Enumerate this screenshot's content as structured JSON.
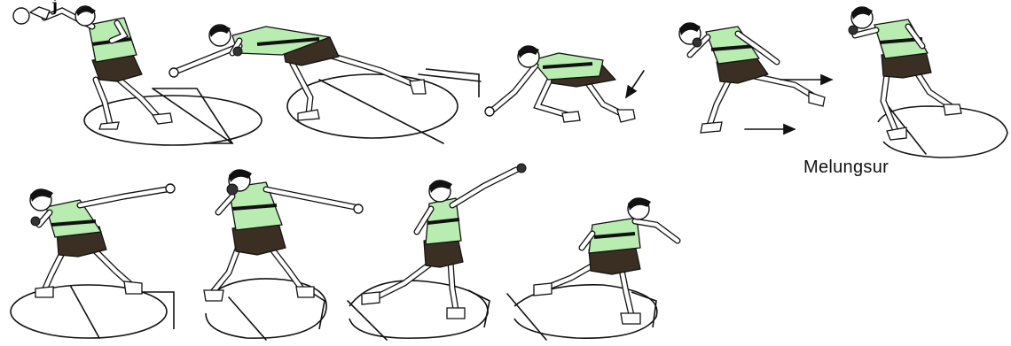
{
  "heading": "j",
  "caption": "Melungsur",
  "figures": [
    {
      "row": 1,
      "phase": 1
    },
    {
      "row": 1,
      "phase": 2
    },
    {
      "row": 1,
      "phase": 3
    },
    {
      "row": 1,
      "phase": 4
    },
    {
      "row": 1,
      "phase": 5
    },
    {
      "row": 2,
      "phase": 1
    },
    {
      "row": 2,
      "phase": 2
    },
    {
      "row": 2,
      "phase": 3
    },
    {
      "row": 2,
      "phase": 4
    }
  ],
  "colors": {
    "singlet": "#b9ecb0",
    "shorts": "#3a2f22",
    "outline": "#111111"
  },
  "icons": [
    "arrow-down-left-icon",
    "arrow-right-icon"
  ]
}
